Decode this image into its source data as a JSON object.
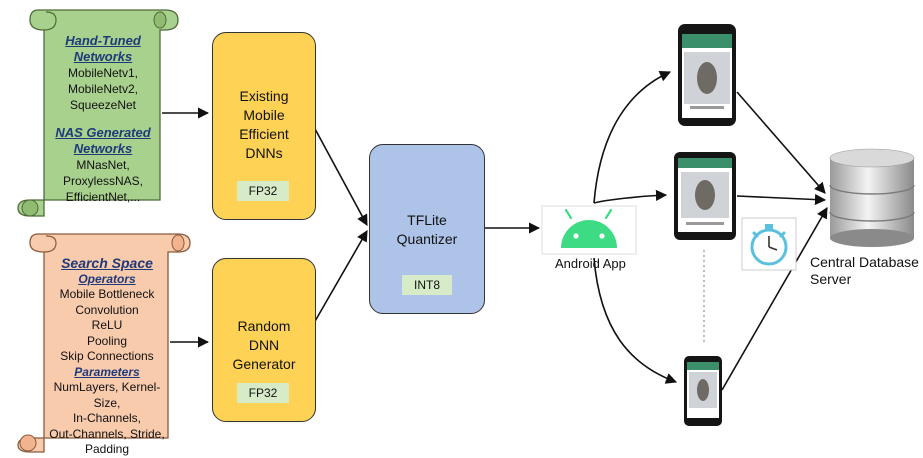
{
  "scroll_top": {
    "heading1": "Hand-Tuned Networks",
    "heading1_line1": "Hand-Tuned",
    "heading1_line2": "Networks",
    "items1": [
      "MobileNetv1,",
      "MobileNetv2,",
      "SqueezeNet"
    ],
    "heading2_line1": "NAS Generated",
    "heading2_line2": "Networks",
    "items2": [
      "MNasNet,",
      "ProxylessNAS,",
      "EfficientNet,..."
    ]
  },
  "scroll_bottom": {
    "heading": "Search Space",
    "sub1": "Operators",
    "ops": [
      "Mobile Bottleneck",
      "Convolution",
      "ReLU",
      "Pooling",
      "Skip Connections"
    ],
    "sub2": "Parameters",
    "params": [
      "NumLayers, Kernel-Size,",
      "In-Channels,",
      "Out-Channels, Stride,",
      "Padding"
    ]
  },
  "card_existing": {
    "lines": [
      "Existing",
      "Mobile",
      "Efficient",
      "DNNs"
    ],
    "badge": "FP32"
  },
  "card_random": {
    "lines": [
      "Random",
      "DNN",
      "Generator"
    ],
    "badge": "FP32"
  },
  "card_quantizer": {
    "lines": [
      "TFLite",
      "Quantizer"
    ],
    "badge": "INT8"
  },
  "android_app": {
    "label": "Android App"
  },
  "database": {
    "label_line1": "Central Database",
    "label_line2": "Server"
  },
  "colors": {
    "scroll_green": "#a9d18e",
    "scroll_orange": "#f8cbad",
    "card_yellow": "#fdd255",
    "card_blue": "#aec3e8",
    "badge_green": "#d7ebc9",
    "android_green": "#3ddc84",
    "tf_orange": "#ff8f00",
    "pytorch_red": "#ee4c2c",
    "heading_blue": "#1f3a7a"
  },
  "icons": [
    "tensorflow-icon",
    "pytorch-icon",
    "android-icon",
    "stopwatch-icon",
    "database-icon",
    "smartphone-icon",
    "tablet-icon",
    "polyhedron-icon",
    "chip-icon"
  ]
}
